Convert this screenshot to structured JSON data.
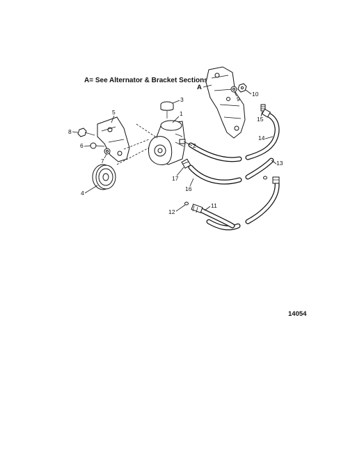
{
  "header_note": "A= See Alternator & Bracket Sections",
  "detail_ref": "A",
  "figure_number": "14054",
  "callouts": [
    "1",
    "2",
    "3",
    "4",
    "5",
    "6",
    "7",
    "8",
    "9",
    "10",
    "11",
    "12",
    "13",
    "14",
    "15",
    "16",
    "17"
  ]
}
